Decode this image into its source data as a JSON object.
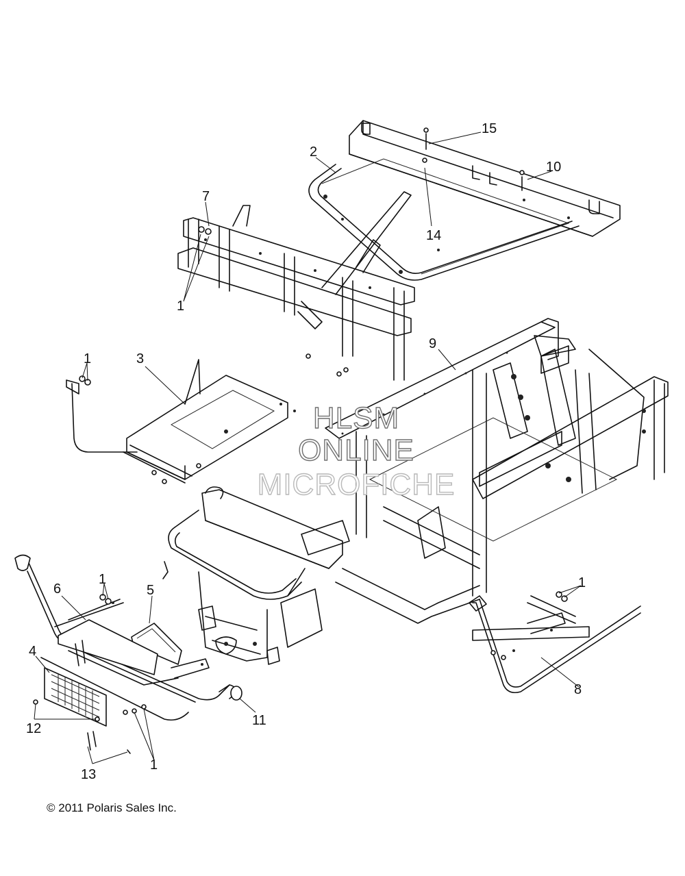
{
  "callouts": {
    "c1a": "1",
    "c1b": "1",
    "c1c": "1",
    "c1d": "1",
    "c1e": "1",
    "c2": "2",
    "c3": "3",
    "c4": "4",
    "c5": "5",
    "c6": "6",
    "c7": "7",
    "c8": "8",
    "c9": "9",
    "c10": "10",
    "c11": "11",
    "c12": "12",
    "c13": "13",
    "c14": "14",
    "c15": "15"
  },
  "watermark": {
    "line1": "HLSM",
    "line2": "ONLINE",
    "line3": "MICROFICHE"
  },
  "copyright": "© 2011 Polaris Sales Inc."
}
